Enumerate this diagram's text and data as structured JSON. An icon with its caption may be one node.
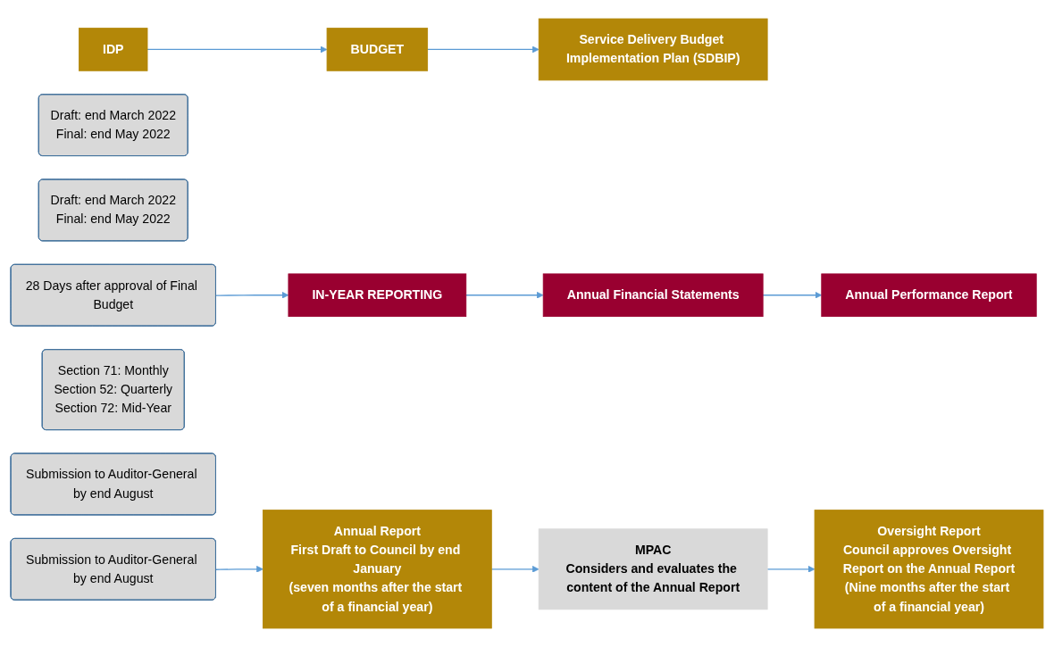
{
  "diagram": {
    "nodes": [
      {
        "text": [
          "IDP"
        ]
      },
      {
        "text": [
          "Draft:  end March 2022",
          "Final:  end May 2022"
        ]
      },
      {
        "text": [
          "BUDGET"
        ]
      },
      {
        "text": [
          "Draft:  end March 2022",
          "Final:  end May 2022"
        ]
      },
      {
        "text": [
          "Service Delivery Budget Implementation Plan (SDBIP)"
        ]
      },
      {
        "text": [
          "28 Days after approval of Final Budget"
        ]
      },
      {
        "text": [
          "IN-YEAR REPORTING"
        ]
      },
      {
        "text": [
          "Section 71:   Monthly",
          "Section 52:  Quarterly",
          "Section 72:  Mid-Year"
        ]
      },
      {
        "text": [
          "Annual Financial Statements"
        ]
      },
      {
        "text": [
          "Submission to Auditor-General by end August"
        ]
      },
      {
        "text": [
          "Annual Performance Report"
        ]
      },
      {
        "text": [
          "Submission to Auditor-General by end August"
        ]
      },
      {
        "text": [
          "Annual Report",
          "First Draft to Council by end January",
          "(seven months after the start of a financial year)"
        ]
      },
      {
        "text": [
          "MPAC",
          "Considers and evaluates the content of the Annual Report"
        ]
      },
      {
        "text": [
          "Oversight Report",
          "Council approves Oversight Report on the Annual Report",
          "(Nine months after the start of a financial year)"
        ]
      }
    ],
    "edges": [
      {
        "from": 0,
        "to": 2,
        "arrow": "to"
      },
      {
        "from": 2,
        "to": 4,
        "arrow": "to"
      },
      {
        "from": 5,
        "to": 6,
        "arrow": "to"
      },
      {
        "from": 6,
        "to": 8,
        "arrow": "to"
      },
      {
        "from": 8,
        "to": 10,
        "arrow": "to"
      },
      {
        "from": 11,
        "to": 12,
        "arrow": "to"
      },
      {
        "from": 12,
        "to": 13,
        "arrow": "to"
      },
      {
        "from": 13,
        "to": 14,
        "arrow": "to"
      }
    ]
  }
}
